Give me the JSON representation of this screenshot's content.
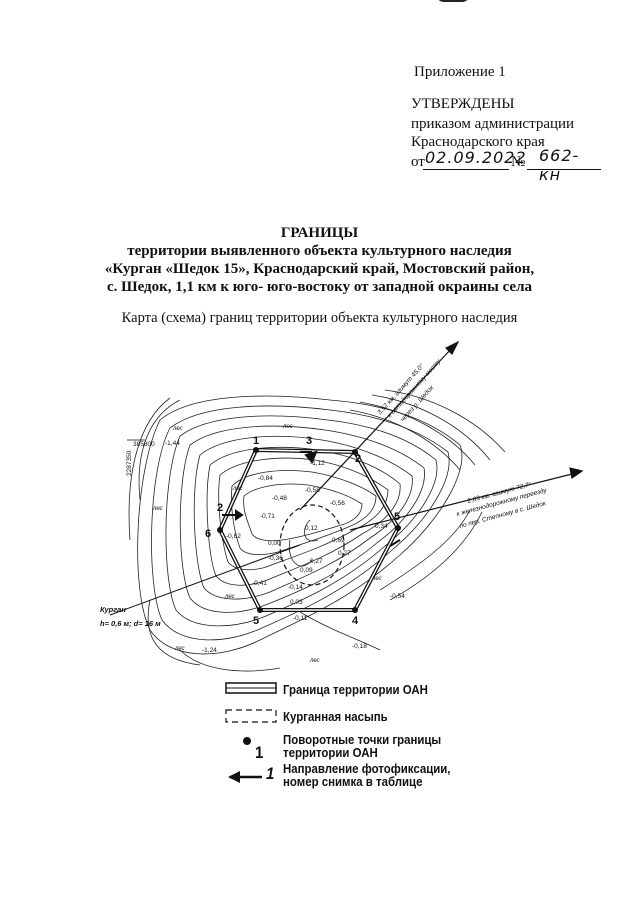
{
  "header": {
    "appendix": "Приложение 1",
    "approved": "УТВЕРЖДЕНЫ",
    "line1": "приказом администрации",
    "line2": "Краснодарского края",
    "from_prefix": "от",
    "date_handwritten": "02.09.2022",
    "number_sign": "№",
    "number_handwritten": "662-кн"
  },
  "title": {
    "heading": "ГРАНИЦЫ",
    "line1": "территории выявленного объекта культурного наследия",
    "line2": "«Курган «Шедок 15», Краснодарский край, Мостовский район,",
    "line3": "с. Шедок, 1,1 км к юго- юго-востоку от западной окраины села"
  },
  "map_caption": "Карта (схема) границ территории объекта культурного наследия",
  "map": {
    "coord_x": "385800",
    "coord_y": "2287350",
    "arrow_ne_label_1": "3,52 км, азимут 45,0°",
    "arrow_ne_label_2": "к автодорожному мосту",
    "arrow_ne_label_3": "через р. Шедок",
    "arrow_e_label_1": "2,03 км, азимут 72,7°",
    "arrow_e_label_2": "к железнодорожному переезду",
    "arrow_e_label_3": "по пер. Степному в с. Шедок",
    "kurgan_label": "Курган",
    "kurgan_dims": "h= 0,6 м; d= 16 м",
    "points": [
      "1",
      "2",
      "3",
      "4",
      "5",
      "6"
    ],
    "photo_numbers": [
      "1",
      "2",
      "3",
      "4"
    ],
    "forest_label": "лес",
    "elevations": [
      "-1,44",
      "-0,84",
      "-1,12",
      "-0,48",
      "-0,58",
      "-0,71",
      "-0,62",
      "0,12",
      "-0,36",
      "0,27",
      "0,69",
      "-0,56",
      "-0,41",
      "0,34",
      "0,09",
      "-0,14",
      "0,03",
      "0,27",
      "-0,11",
      "-0,54",
      "-0,18",
      "-1,24",
      "0,00"
    ]
  },
  "legend": {
    "boundary": "Граница территории ОАН",
    "mound": "Курганная насыпь",
    "points_1": "Поворотные точки границы",
    "points_2": "территории ОАН",
    "points_num": "1",
    "photo_1": "Направление фотофиксации,",
    "photo_2": "номер снимка в таблице",
    "photo_num": "1"
  }
}
